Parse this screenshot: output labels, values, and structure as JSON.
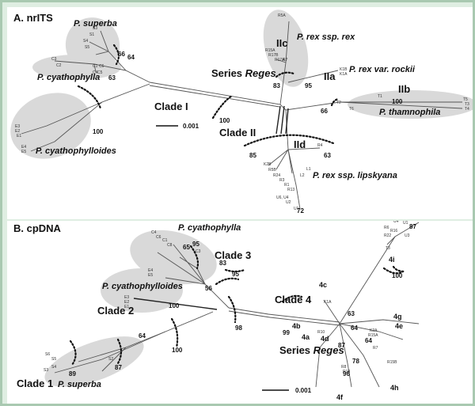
{
  "panel_a": {
    "title": "A. nrITS",
    "scale": "0.001",
    "clade_labels": {
      "clade1": "Clade I",
      "clade2": "Clade II",
      "series_prefix": "Series ",
      "series_name": "Reges",
      "IIa": "IIa",
      "IIb": "IIb",
      "IIc": "IIc",
      "IId": "IId"
    },
    "species": {
      "superba": "P. superba",
      "cyathophylla": "P. cyathophylla",
      "cyathophylloides": "P. cyathophylloides",
      "rex": "P. rex ssp. rex",
      "rockii": "P. rex var. rockii",
      "thamnophila": "P. thamnophila",
      "lipskyana": "P. rex ssp. lipskyana"
    },
    "bootstrap": [
      "66",
      "64",
      "63",
      "100",
      "100",
      "83",
      "95",
      "100",
      "66",
      "85",
      "63",
      "72"
    ]
  },
  "panel_b": {
    "title": "B. cpDNA",
    "scale": "0.001",
    "clade_labels": {
      "clade1": "Clade 1",
      "clade2": "Clade 2",
      "clade3": "Clade 3",
      "clade4": "Clade 4",
      "series_prefix": "Series ",
      "series_name": "Reges",
      "4a": "4a",
      "4b": "4b",
      "4c": "4c",
      "4d": "4d",
      "4e": "4e",
      "4f": "4f",
      "4g": "4g",
      "4h": "4h",
      "4i": "4i"
    },
    "species": {
      "cyathophylla": "P. cyathophylla",
      "cyathophylloides": "P. cyathophylloides",
      "superba": "P. superba"
    },
    "bootstrap": [
      "95",
      "65",
      "83",
      "95",
      "100",
      "56",
      "98",
      "100",
      "64",
      "87",
      "89",
      "99",
      "87",
      "100",
      "64",
      "63",
      "64",
      "87",
      "96",
      "78"
    ]
  }
}
